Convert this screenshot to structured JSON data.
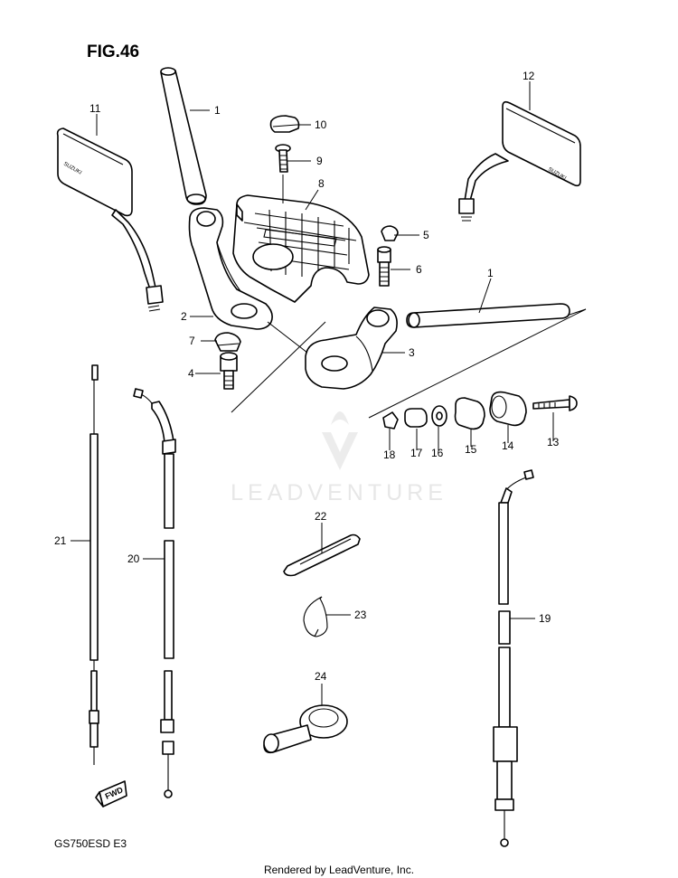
{
  "figure_title": "FIG.46",
  "model_code": "GS750ESD  E3",
  "rendered_by": "Rendered by LeadVenture, Inc.",
  "watermark_text": "LEADVENTURE",
  "fwd_arrow_text": "FWD",
  "mirror_brand": "SUZUKI",
  "callouts": [
    {
      "id": "1",
      "label": "1"
    },
    {
      "id": "1b",
      "label": "1"
    },
    {
      "id": "2",
      "label": "2"
    },
    {
      "id": "3",
      "label": "3"
    },
    {
      "id": "4",
      "label": "4"
    },
    {
      "id": "5",
      "label": "5"
    },
    {
      "id": "6",
      "label": "6"
    },
    {
      "id": "7",
      "label": "7"
    },
    {
      "id": "8",
      "label": "8"
    },
    {
      "id": "9",
      "label": "9"
    },
    {
      "id": "10",
      "label": "10"
    },
    {
      "id": "11",
      "label": "11"
    },
    {
      "id": "12",
      "label": "12"
    },
    {
      "id": "13",
      "label": "13"
    },
    {
      "id": "14",
      "label": "14"
    },
    {
      "id": "15",
      "label": "15"
    },
    {
      "id": "16",
      "label": "16"
    },
    {
      "id": "17",
      "label": "17"
    },
    {
      "id": "18",
      "label": "18"
    },
    {
      "id": "19",
      "label": "19"
    },
    {
      "id": "20",
      "label": "20"
    },
    {
      "id": "21",
      "label": "21"
    },
    {
      "id": "22",
      "label": "22"
    },
    {
      "id": "23",
      "label": "23"
    },
    {
      "id": "24",
      "label": "24"
    }
  ],
  "colors": {
    "line": "#000000",
    "background": "#ffffff",
    "watermark": "#e7e7e7"
  }
}
